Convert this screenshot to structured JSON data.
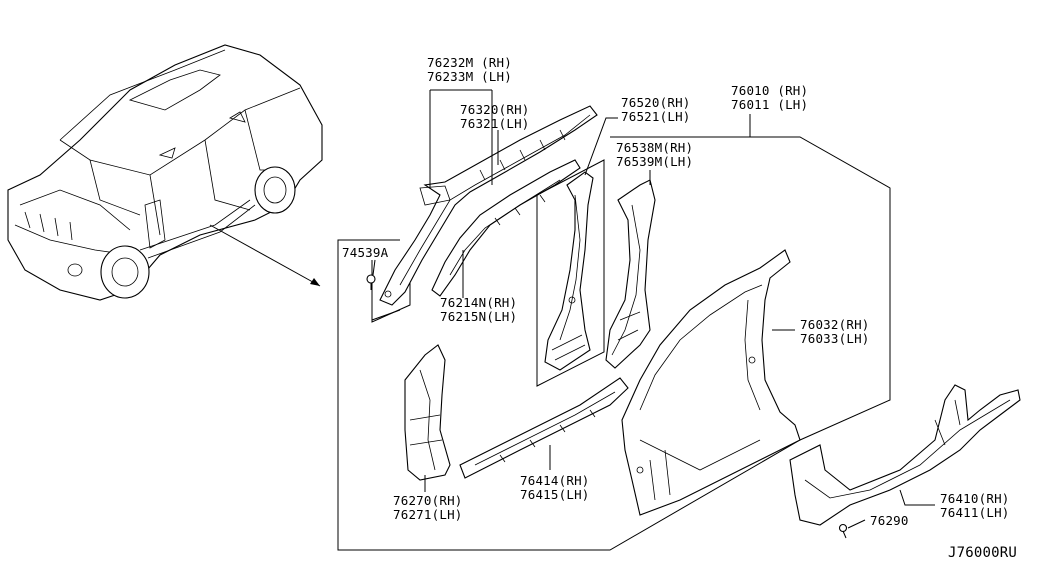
{
  "labels": {
    "p76232": "76232M (RH)",
    "p76233": "76233M (LH)",
    "p76320": "76320(RH)",
    "p76321": "76321(LH)",
    "p76520": "76520(RH)",
    "p76521": "76521(LH)",
    "p76010": "76010 (RH)",
    "p76011": "76011 (LH)",
    "p76538": "76538M(RH)",
    "p76539": "76539M(LH)",
    "p74539": "74539A",
    "p76214": "76214N(RH)",
    "p76215": "76215N(LH)",
    "p76032": "76032(RH)",
    "p76033": "76033(LH)",
    "p76270": "76270(RH)",
    "p76271": "76271(LH)",
    "p76414": "76414(RH)",
    "p76415": "76415(LH)",
    "p76410": "76410(RH)",
    "p76411": "76411(LH)",
    "p76290": "76290",
    "diagram_code": "J76000RU"
  }
}
